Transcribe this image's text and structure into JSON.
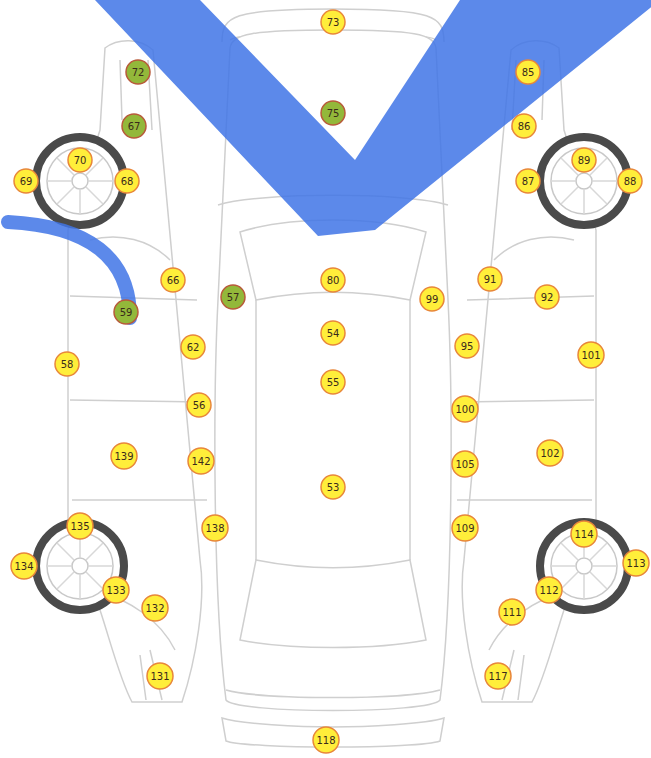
{
  "diagram": {
    "nodes": [
      {
        "text": [
          "73"
        ]
      },
      {
        "text": [
          "72"
        ]
      },
      {
        "text": [
          "85"
        ]
      },
      {
        "text": [
          "75"
        ]
      },
      {
        "text": [
          "67"
        ]
      },
      {
        "text": [
          "86"
        ]
      },
      {
        "text": [
          "70"
        ]
      },
      {
        "text": [
          "89"
        ]
      },
      {
        "text": [
          "69"
        ]
      },
      {
        "text": [
          "68"
        ]
      },
      {
        "text": [
          "87"
        ]
      },
      {
        "text": [
          "88"
        ]
      },
      {
        "text": [
          "91"
        ]
      },
      {
        "text": [
          "66"
        ]
      },
      {
        "text": [
          "80"
        ]
      },
      {
        "text": [
          "57"
        ]
      },
      {
        "text": [
          "92"
        ]
      },
      {
        "text": [
          "99"
        ]
      },
      {
        "text": [
          "59"
        ]
      },
      {
        "text": [
          "54"
        ]
      },
      {
        "text": [
          "95"
        ]
      },
      {
        "text": [
          "62"
        ]
      },
      {
        "text": [
          "101"
        ]
      },
      {
        "text": [
          "58"
        ]
      },
      {
        "text": [
          "55"
        ]
      },
      {
        "text": [
          "56"
        ]
      },
      {
        "text": [
          "100"
        ]
      },
      {
        "text": [
          "102"
        ]
      },
      {
        "text": [
          "139"
        ]
      },
      {
        "text": [
          "142"
        ]
      },
      {
        "text": [
          "105"
        ]
      },
      {
        "text": [
          "53"
        ]
      },
      {
        "text": [
          "135"
        ]
      },
      {
        "text": [
          "138"
        ]
      },
      {
        "text": [
          "109"
        ]
      },
      {
        "text": [
          "114"
        ]
      },
      {
        "text": [
          "113"
        ]
      },
      {
        "text": [
          "134"
        ]
      },
      {
        "text": [
          "133"
        ]
      },
      {
        "text": [
          "112"
        ]
      },
      {
        "text": [
          "132"
        ]
      },
      {
        "text": [
          "111"
        ]
      },
      {
        "text": [
          "131"
        ]
      },
      {
        "text": [
          "117"
        ]
      },
      {
        "text": [
          "118"
        ]
      }
    ]
  }
}
